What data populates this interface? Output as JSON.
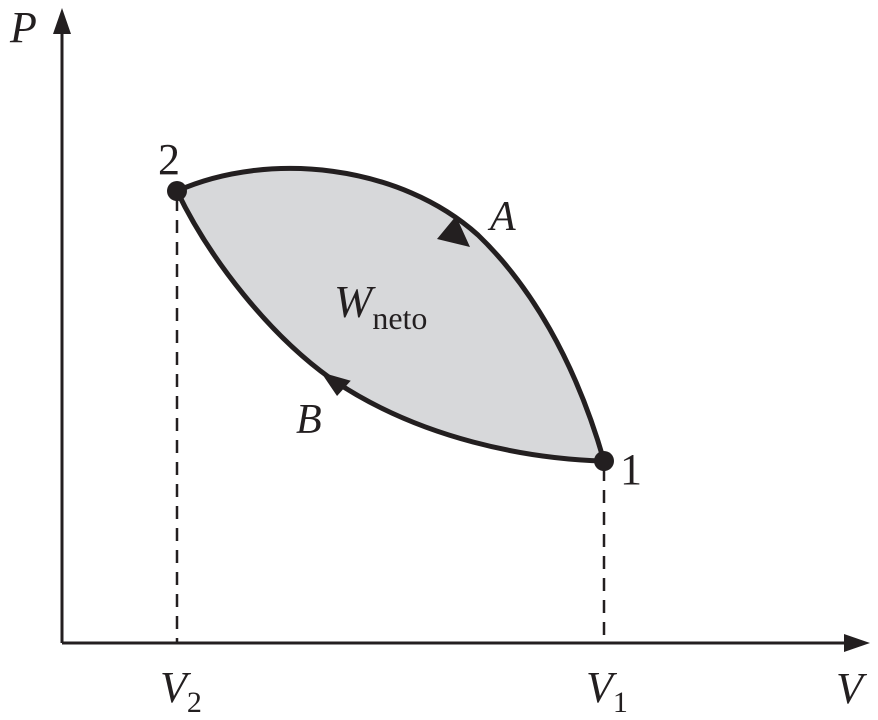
{
  "diagram": {
    "axes": {
      "y_label": "P",
      "x_label": "V"
    },
    "ticks": {
      "v2": {
        "main": "V",
        "sub": "2"
      },
      "v1": {
        "main": "V",
        "sub": "1"
      }
    },
    "points": {
      "state_2": "2",
      "state_1": "1"
    },
    "paths": {
      "path_a": "A",
      "path_b": "B"
    },
    "work": {
      "main": "W",
      "sub": "neto"
    },
    "colors": {
      "stroke": "#231f20",
      "fill": "#d7d8da",
      "background": "#ffffff"
    }
  }
}
